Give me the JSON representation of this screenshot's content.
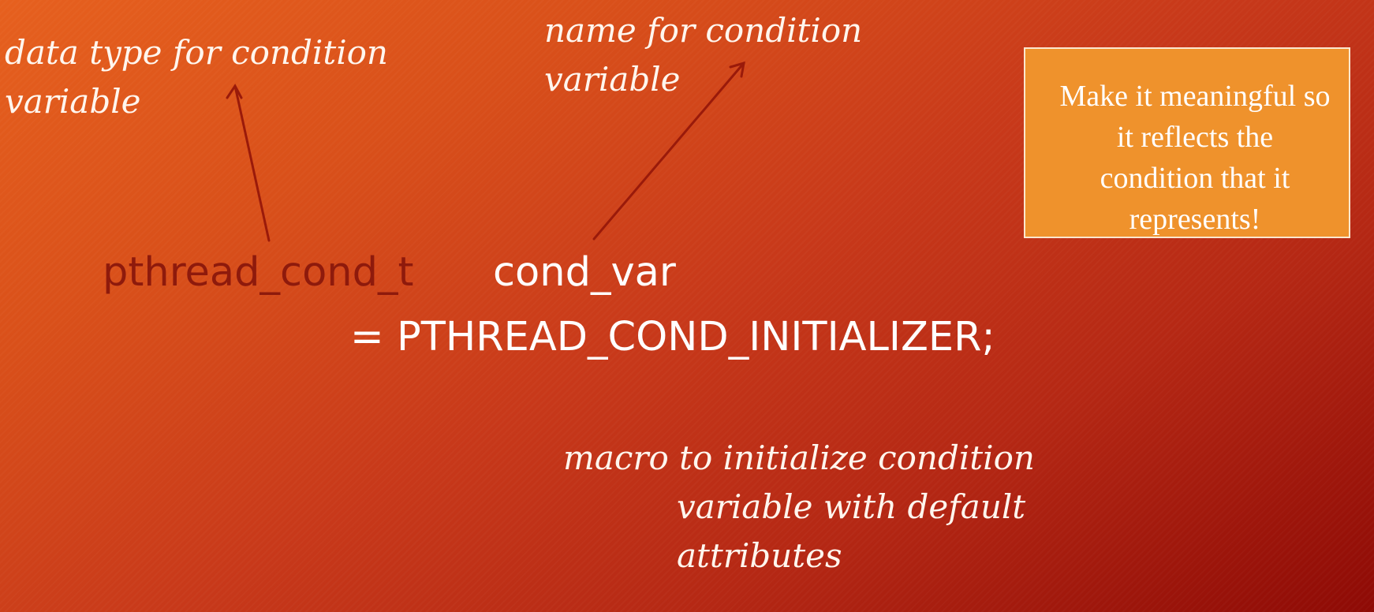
{
  "annotations": {
    "data_type": [
      "data type for condition",
      "variable"
    ],
    "name": [
      "name for condition",
      "variable"
    ],
    "macro": [
      "macro to initialize condition",
      "variable with default",
      "attributes"
    ]
  },
  "code": {
    "type": "pthread_cond_t",
    "var": "cond_var",
    "initializer": "= PTHREAD_COND_INITIALIZER;"
  },
  "callout": {
    "lines": [
      "Make it meaningful so",
      "it  reflects the",
      "condition that it",
      "represents!"
    ]
  },
  "colors": {
    "background_start": "#e6601e",
    "background_end": "#8e0a05",
    "code_type": "#8e1a0c",
    "code_text": "#ffffff",
    "arrow": "#9a1a0a",
    "callout_fill": "#ef922c"
  }
}
